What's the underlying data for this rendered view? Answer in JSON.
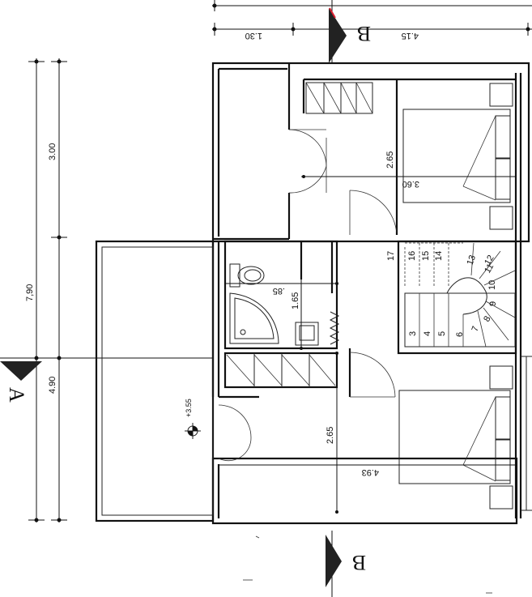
{
  "plan": {
    "dimensions": {
      "total_height": "7,90",
      "upper_part": "3.00",
      "lower_part": "4.90",
      "top_right": "4.15",
      "top_left": "1.30",
      "bedroom1_width": "3.60",
      "bedroom1_depth": "2.65",
      "bedroom2_width": "4.93",
      "bedroom2_depth": "2.65",
      "bath_a": "1.65",
      "bath_b": ".85",
      "level": "+3.55"
    },
    "section_marks": {
      "a": "A",
      "b_top": "B",
      "b_bottom": "B"
    },
    "stair_steps": [
      "17",
      "16",
      "15",
      "14",
      "13",
      "12",
      "11",
      "10",
      "9",
      "8",
      "7",
      "6",
      "5",
      "4",
      "3"
    ]
  }
}
